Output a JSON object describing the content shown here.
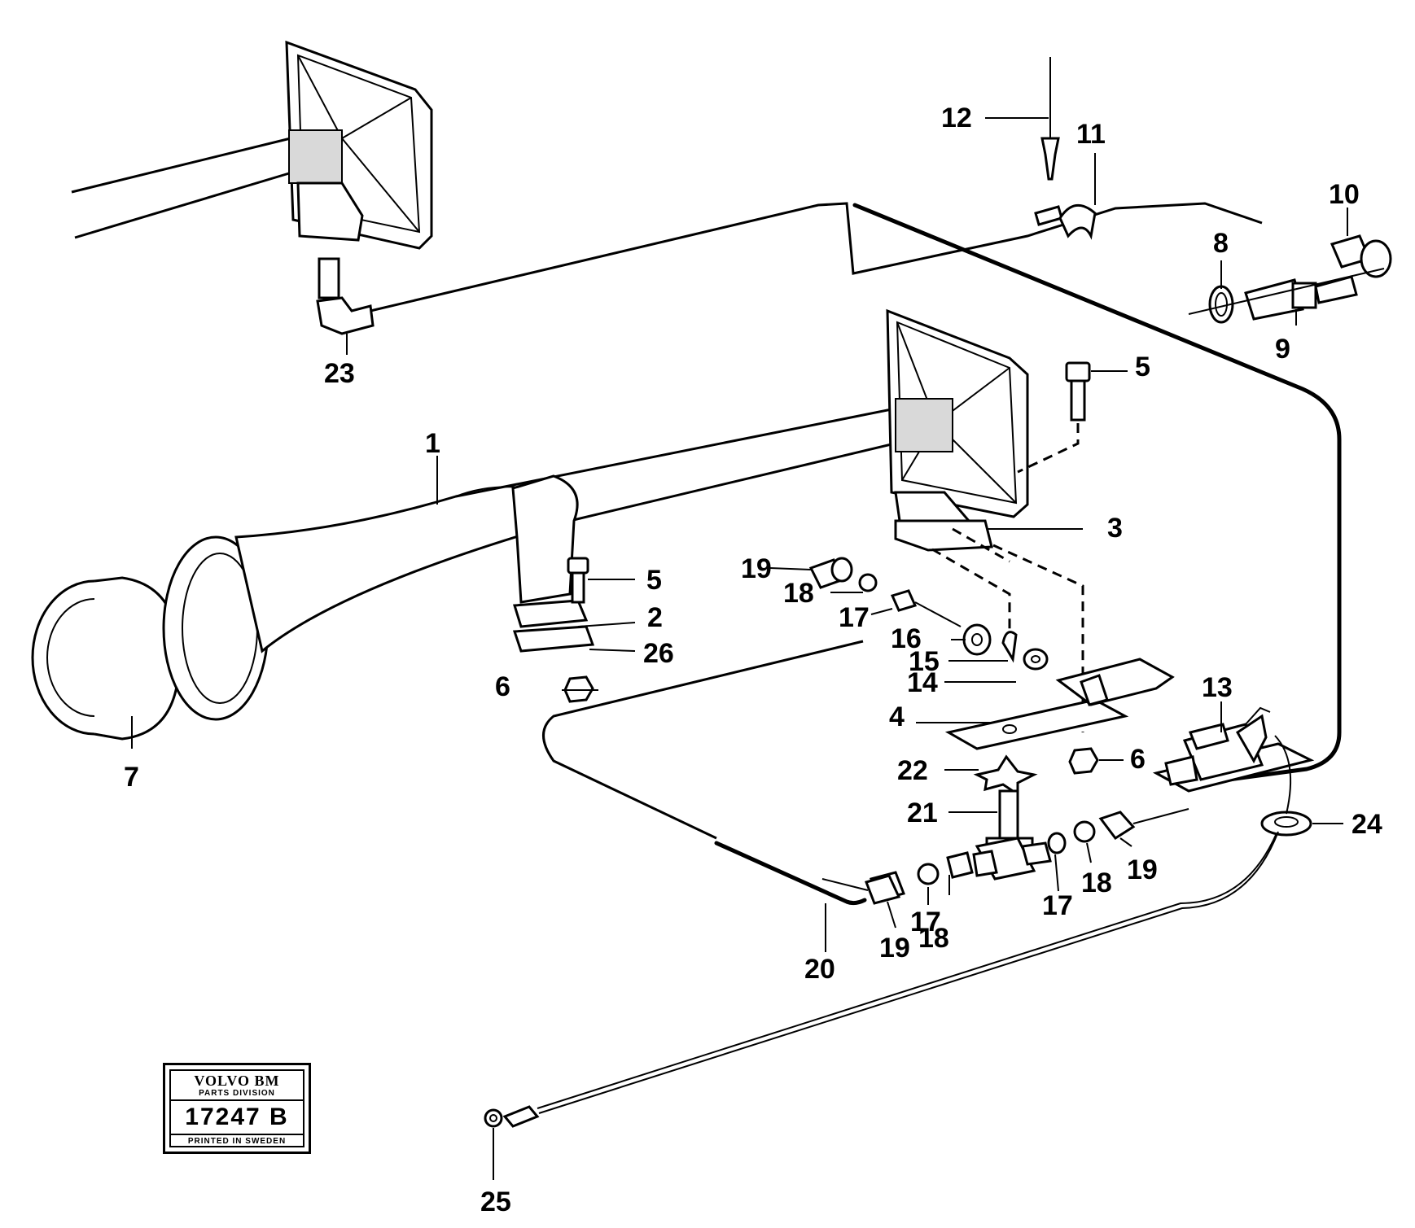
{
  "callouts": {
    "c1": "1",
    "c2": "2",
    "c3": "3",
    "c4": "4",
    "c5a": "5",
    "c5b": "5",
    "c6a": "6",
    "c6b": "6",
    "c7": "7",
    "c8": "8",
    "c9": "9",
    "c10": "10",
    "c11": "11",
    "c12": "12",
    "c13": "13",
    "c14": "14",
    "c15": "15",
    "c16": "16",
    "c17a": "17",
    "c17b": "17",
    "c17c": "17",
    "c18a": "18",
    "c18b": "18",
    "c18c": "18",
    "c19a": "19",
    "c19b": "19",
    "c19c": "19",
    "c20": "20",
    "c21": "21",
    "c22": "22",
    "c23": "23",
    "c24": "24",
    "c25": "25",
    "c26": "26"
  },
  "stamp": {
    "brand": "VOLVO BM",
    "division": "PARTS DIVISION",
    "number": "17247 B",
    "printed": "PRINTED IN SWEDEN"
  }
}
